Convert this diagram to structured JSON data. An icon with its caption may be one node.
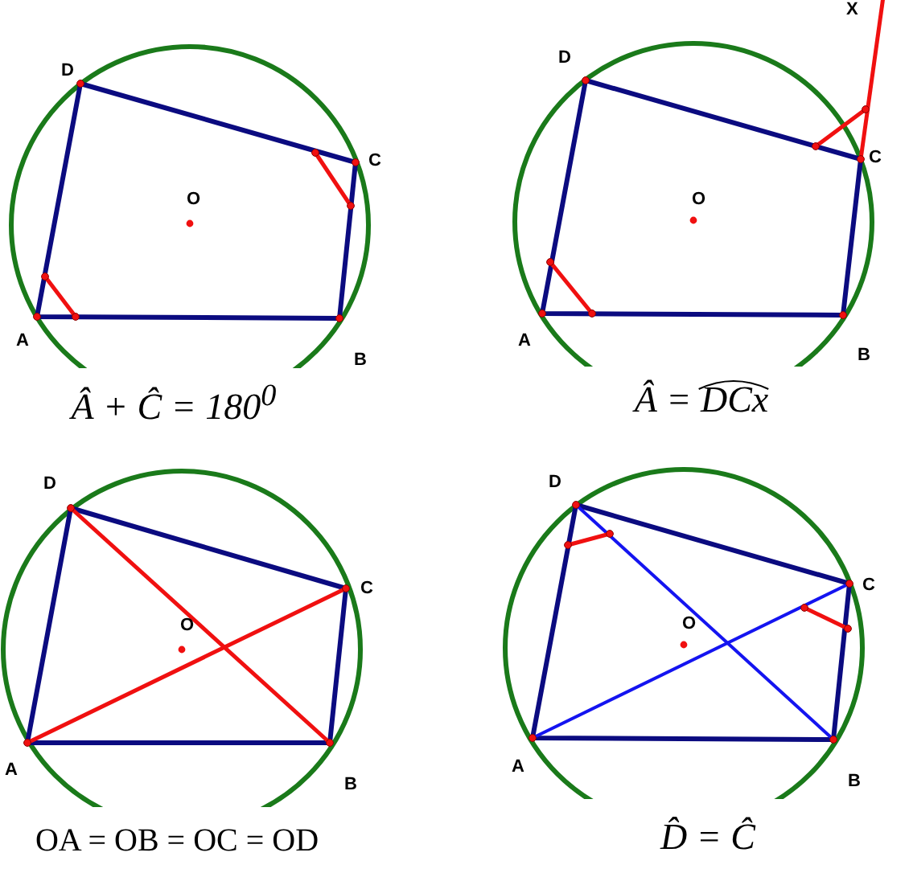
{
  "diagram": {
    "labels": [
      "D",
      "C",
      "O",
      "A",
      "B",
      "Â + Ĉ = 180$^{0}$",
      "X",
      "D",
      "C",
      "O",
      "A",
      "B",
      "Â = DCx",
      "D",
      "C",
      "O",
      "A",
      "B",
      "OA = OB = OC = OD",
      "D",
      "C",
      "O",
      "A",
      "B",
      "D̂ = Ĉ"
    ]
  }
}
